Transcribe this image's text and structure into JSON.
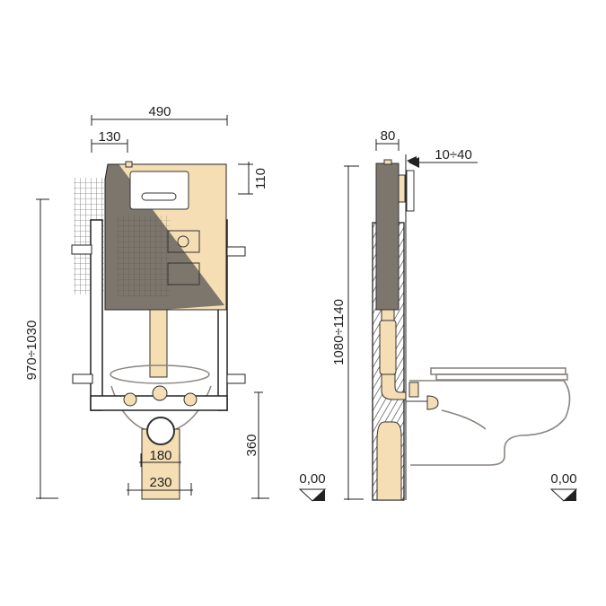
{
  "front_view": {
    "width_total": "490",
    "width_offset": "130",
    "top_offset": "110",
    "height_range": "970÷1030",
    "outlet_height": "360",
    "outlet_inner": "180",
    "outlet_outer": "230",
    "floor_level": "0,00"
  },
  "side_view": {
    "depth": "80",
    "wall_thickness": "10÷40",
    "height_range": "1080÷1140",
    "floor_level": "0,00"
  },
  "colors": {
    "tank": "#f5deb3",
    "shadow": "#7d766c",
    "line": "#222222",
    "bowl": "#8a8580"
  }
}
